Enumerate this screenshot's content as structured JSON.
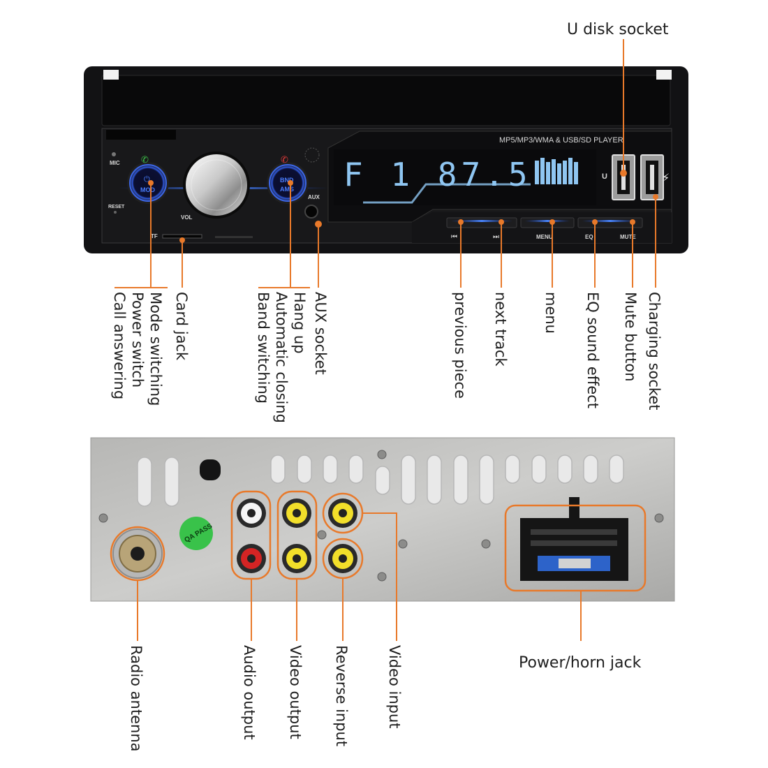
{
  "front_panel": {
    "player_label": "MP5/MP3/WMA & USB/SD PLAYER",
    "display_text": "F 1  87.5",
    "mic_label": "MIC",
    "reset_label": "RESET",
    "vol_label": "VOL",
    "aux_label": "AUX",
    "mod_label": "MOD",
    "bnd_label": "BND",
    "ams_label": "AMS",
    "usb_label": "U",
    "tf_label": "TF",
    "prev_symbol": "⏮",
    "next_symbol": "⏭",
    "menu_label": "MENU",
    "eq_label": "EQ",
    "mute_label": "MUTE",
    "qa_label": "QA PASS"
  },
  "front_callouts": {
    "u_disk_socket": "U disk socket",
    "call_answering": "Call answering",
    "power_switch": "Power switch",
    "mode_switching": "Mode switching",
    "card_jack": "Card jack",
    "band_switching": "Band switching",
    "automatic_closing": "Automatic closing",
    "hang_up": "Hang up",
    "aux_socket": "AUX socket",
    "previous_piece": "previous piece",
    "next_track": "next track",
    "menu": "menu",
    "eq_sound_effect": "EQ sound effect",
    "mute_button": "Mute button",
    "charging_socket": "Charging socket"
  },
  "rear_callouts": {
    "radio_antenna": "Radio antenna",
    "audio_output": "Audio output",
    "video_output": "Video output",
    "reverse_input": "Reverse input",
    "video_input": "Video input",
    "power_horn_jack": "Power/horn jack"
  },
  "colors": {
    "callout": "#e8792a",
    "panel": "#121214",
    "button_ring": "#2f57d9",
    "lcd": "#8fc6f2",
    "chassis": "#bfbfbd"
  }
}
